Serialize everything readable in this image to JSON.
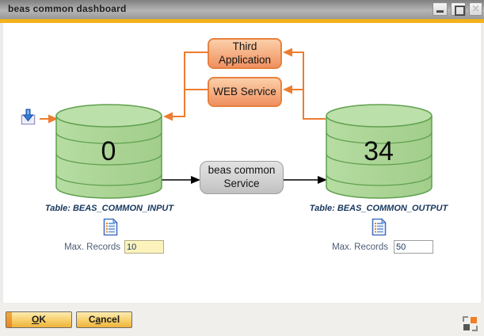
{
  "window": {
    "title": "beas common dashboard"
  },
  "icons": {
    "minimize": "minimize-icon",
    "maximize": "maximize-icon",
    "close": "close-icon",
    "import": "import-record-icon",
    "input_table_doc": "document-list-icon",
    "output_table_doc": "document-list-icon",
    "resize_grip": "resize-grip-icon"
  },
  "colors": {
    "accent": "#F2B11E",
    "connector_orange": "#ED7D31",
    "connector_black": "#000000",
    "cylinder_fill": "#ACD598",
    "cylinder_border": "#5FA04E",
    "process_box_border": "#E8813E",
    "highlight_input_bg": "#FCF3BC",
    "button_gold": "#EFB33C"
  },
  "diagram": {
    "nodes": {
      "third_application": {
        "label": "Third Application"
      },
      "web_service": {
        "label": "WEB Service"
      },
      "beas_common_service": {
        "label": "beas common Service"
      },
      "input_db": {
        "count": "0",
        "caption": "Table: BEAS_COMMON_INPUT"
      },
      "output_db": {
        "count": "34",
        "caption": "Table: BEAS_COMMON_OUTPUT"
      }
    },
    "forms": {
      "input": {
        "label": "Max. Records",
        "value": "10"
      },
      "output": {
        "label": "Max. Records",
        "value": "50"
      }
    }
  },
  "footer": {
    "ok_button": {
      "pre": "",
      "key": "O",
      "rest": "K"
    },
    "cancel_button": {
      "pre": "C",
      "key": "a",
      "rest": "ncel"
    }
  }
}
